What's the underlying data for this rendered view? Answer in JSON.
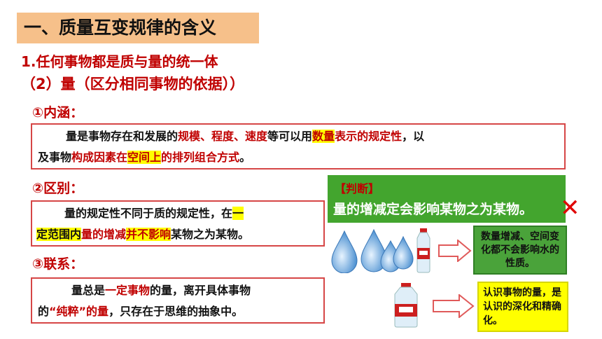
{
  "title": "一、质量互变规律的含义",
  "subtitle1": "1.任何事物都是质与量的统一体",
  "subtitle2": "（2）量（区分相同事物的依据））",
  "section1": {
    "heading": "①内涵：",
    "p1_a": "量是事物存在和发展的",
    "p1_b": "规模、程度、速度",
    "p1_c": "等可以用",
    "p1_d": "数量",
    "p1_e": "表示的规定性",
    "p1_f": "，以",
    "p2_a": "及事物",
    "p2_b": "构成因素在",
    "p2_c": "空间上",
    "p2_d": "的排列组合方式",
    "p2_e": "。"
  },
  "section2": {
    "heading": "②区别：",
    "l1_a": "量的规定性不同于质的规定性，在",
    "l1_b": "一",
    "l2_a": "定范围内",
    "l2_b": "量的增减",
    "l2_c": "并不影响",
    "l2_d": "某物之为某物。"
  },
  "section3": {
    "heading": "③联系：",
    "l1_a": "量总是",
    "l1_b": "一定事物",
    "l1_c": "的量，离开具体事物",
    "l2_a": "的",
    "l2_b": "“纯粹”的量",
    "l2_c": "，只存在于思维的抽象中。"
  },
  "judge": {
    "label": "【判断】",
    "statement": "量的增减定会影响某物之为某物。",
    "mark": "✕"
  },
  "note_green": "数量增减、空间变化都不会影响水的性质。",
  "note_yellow": "认识事物的量，是认识的深化和精确化。",
  "colors": {
    "title_bg": "#f6c08a",
    "accent_red": "#c00000",
    "green": "#43a52e",
    "highlight": "#ffff00"
  },
  "icons": [
    "water-drops-icon",
    "water-bottle-icon",
    "arrow-right-icon",
    "wrong-mark-icon"
  ]
}
